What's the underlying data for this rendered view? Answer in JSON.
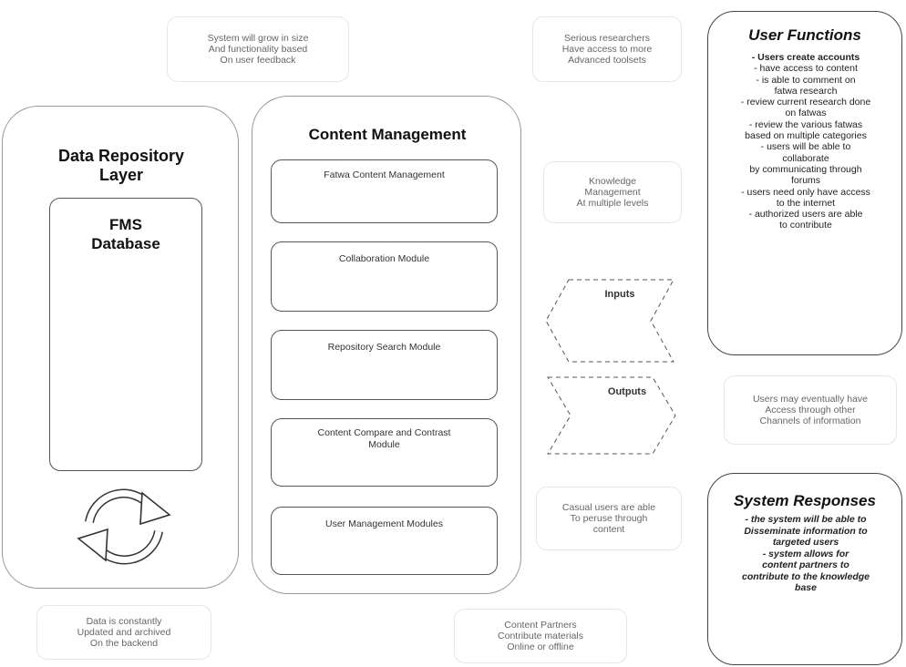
{
  "notes": {
    "growth": [
      "System will grow in size",
      "And functionality based",
      "On user feedback"
    ],
    "researchers": [
      "Serious researchers",
      "Have access to more",
      "Advanced toolsets"
    ],
    "knowledge": [
      "Knowledge",
      "Management",
      "At multiple levels"
    ],
    "channels": [
      "Users may eventually have",
      "Access through other",
      "Channels of information"
    ],
    "casual": [
      "Casual users are able",
      "To peruse through",
      "content"
    ],
    "data_updated": [
      "Data is constantly",
      "Updated and archived",
      "On the backend"
    ],
    "partners": [
      "Content Partners",
      "Contribute materials",
      "Online or offline"
    ]
  },
  "repository": {
    "title": "Data Repository Layer",
    "database": "FMS Database",
    "sync_icon": "sync-arrows-icon"
  },
  "content_management": {
    "title": "Content Management",
    "modules": [
      "Fatwa Content Management",
      "Collaboration Module",
      "Repository Search Module",
      "Content Compare and Contrast Module",
      "User Management Modules"
    ]
  },
  "arrows": {
    "inputs": "Inputs",
    "outputs": "Outputs"
  },
  "user_functions": {
    "title": "User Functions",
    "lines": [
      "- Users create accounts",
      "- have access to content",
      "- is able to comment on",
      "fatwa research",
      "- review current research done",
      "on fatwas",
      "- review the various fatwas",
      "based on multiple categories",
      "- users will be able to",
      "collaborate",
      "by communicating through",
      "forums",
      "- users need only have access",
      "to the internet",
      "- authorized users are able",
      "to contribute"
    ]
  },
  "system_responses": {
    "title": "System Responses",
    "lines": [
      "- the system will be able to",
      "Disseminate information to",
      "targeted users",
      "- system allows for",
      "content partners to",
      "contribute to the knowledge",
      "base"
    ]
  }
}
